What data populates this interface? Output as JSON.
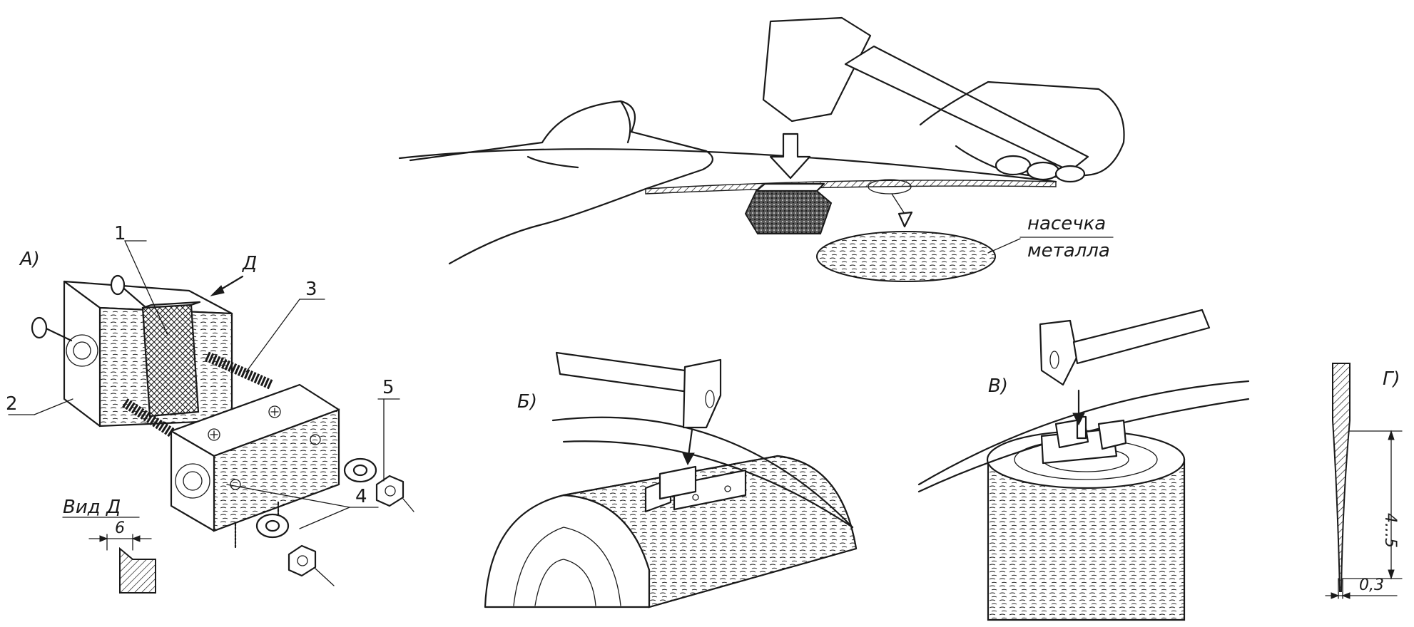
{
  "labels": {
    "fig_a": "А)",
    "fig_b": "Б)",
    "fig_v": "В)",
    "fig_g": "Г)",
    "view_arrow": "Д",
    "view_title": "Вид Д"
  },
  "callouts": {
    "p1": "1",
    "p2": "2",
    "p3": "3",
    "p4": "4",
    "p5": "5"
  },
  "annotation": {
    "line1": "насечка",
    "line2": "металла"
  },
  "dimensions": {
    "view_width": "6",
    "edge_length": "4...5",
    "edge_thickness": "0,3"
  }
}
